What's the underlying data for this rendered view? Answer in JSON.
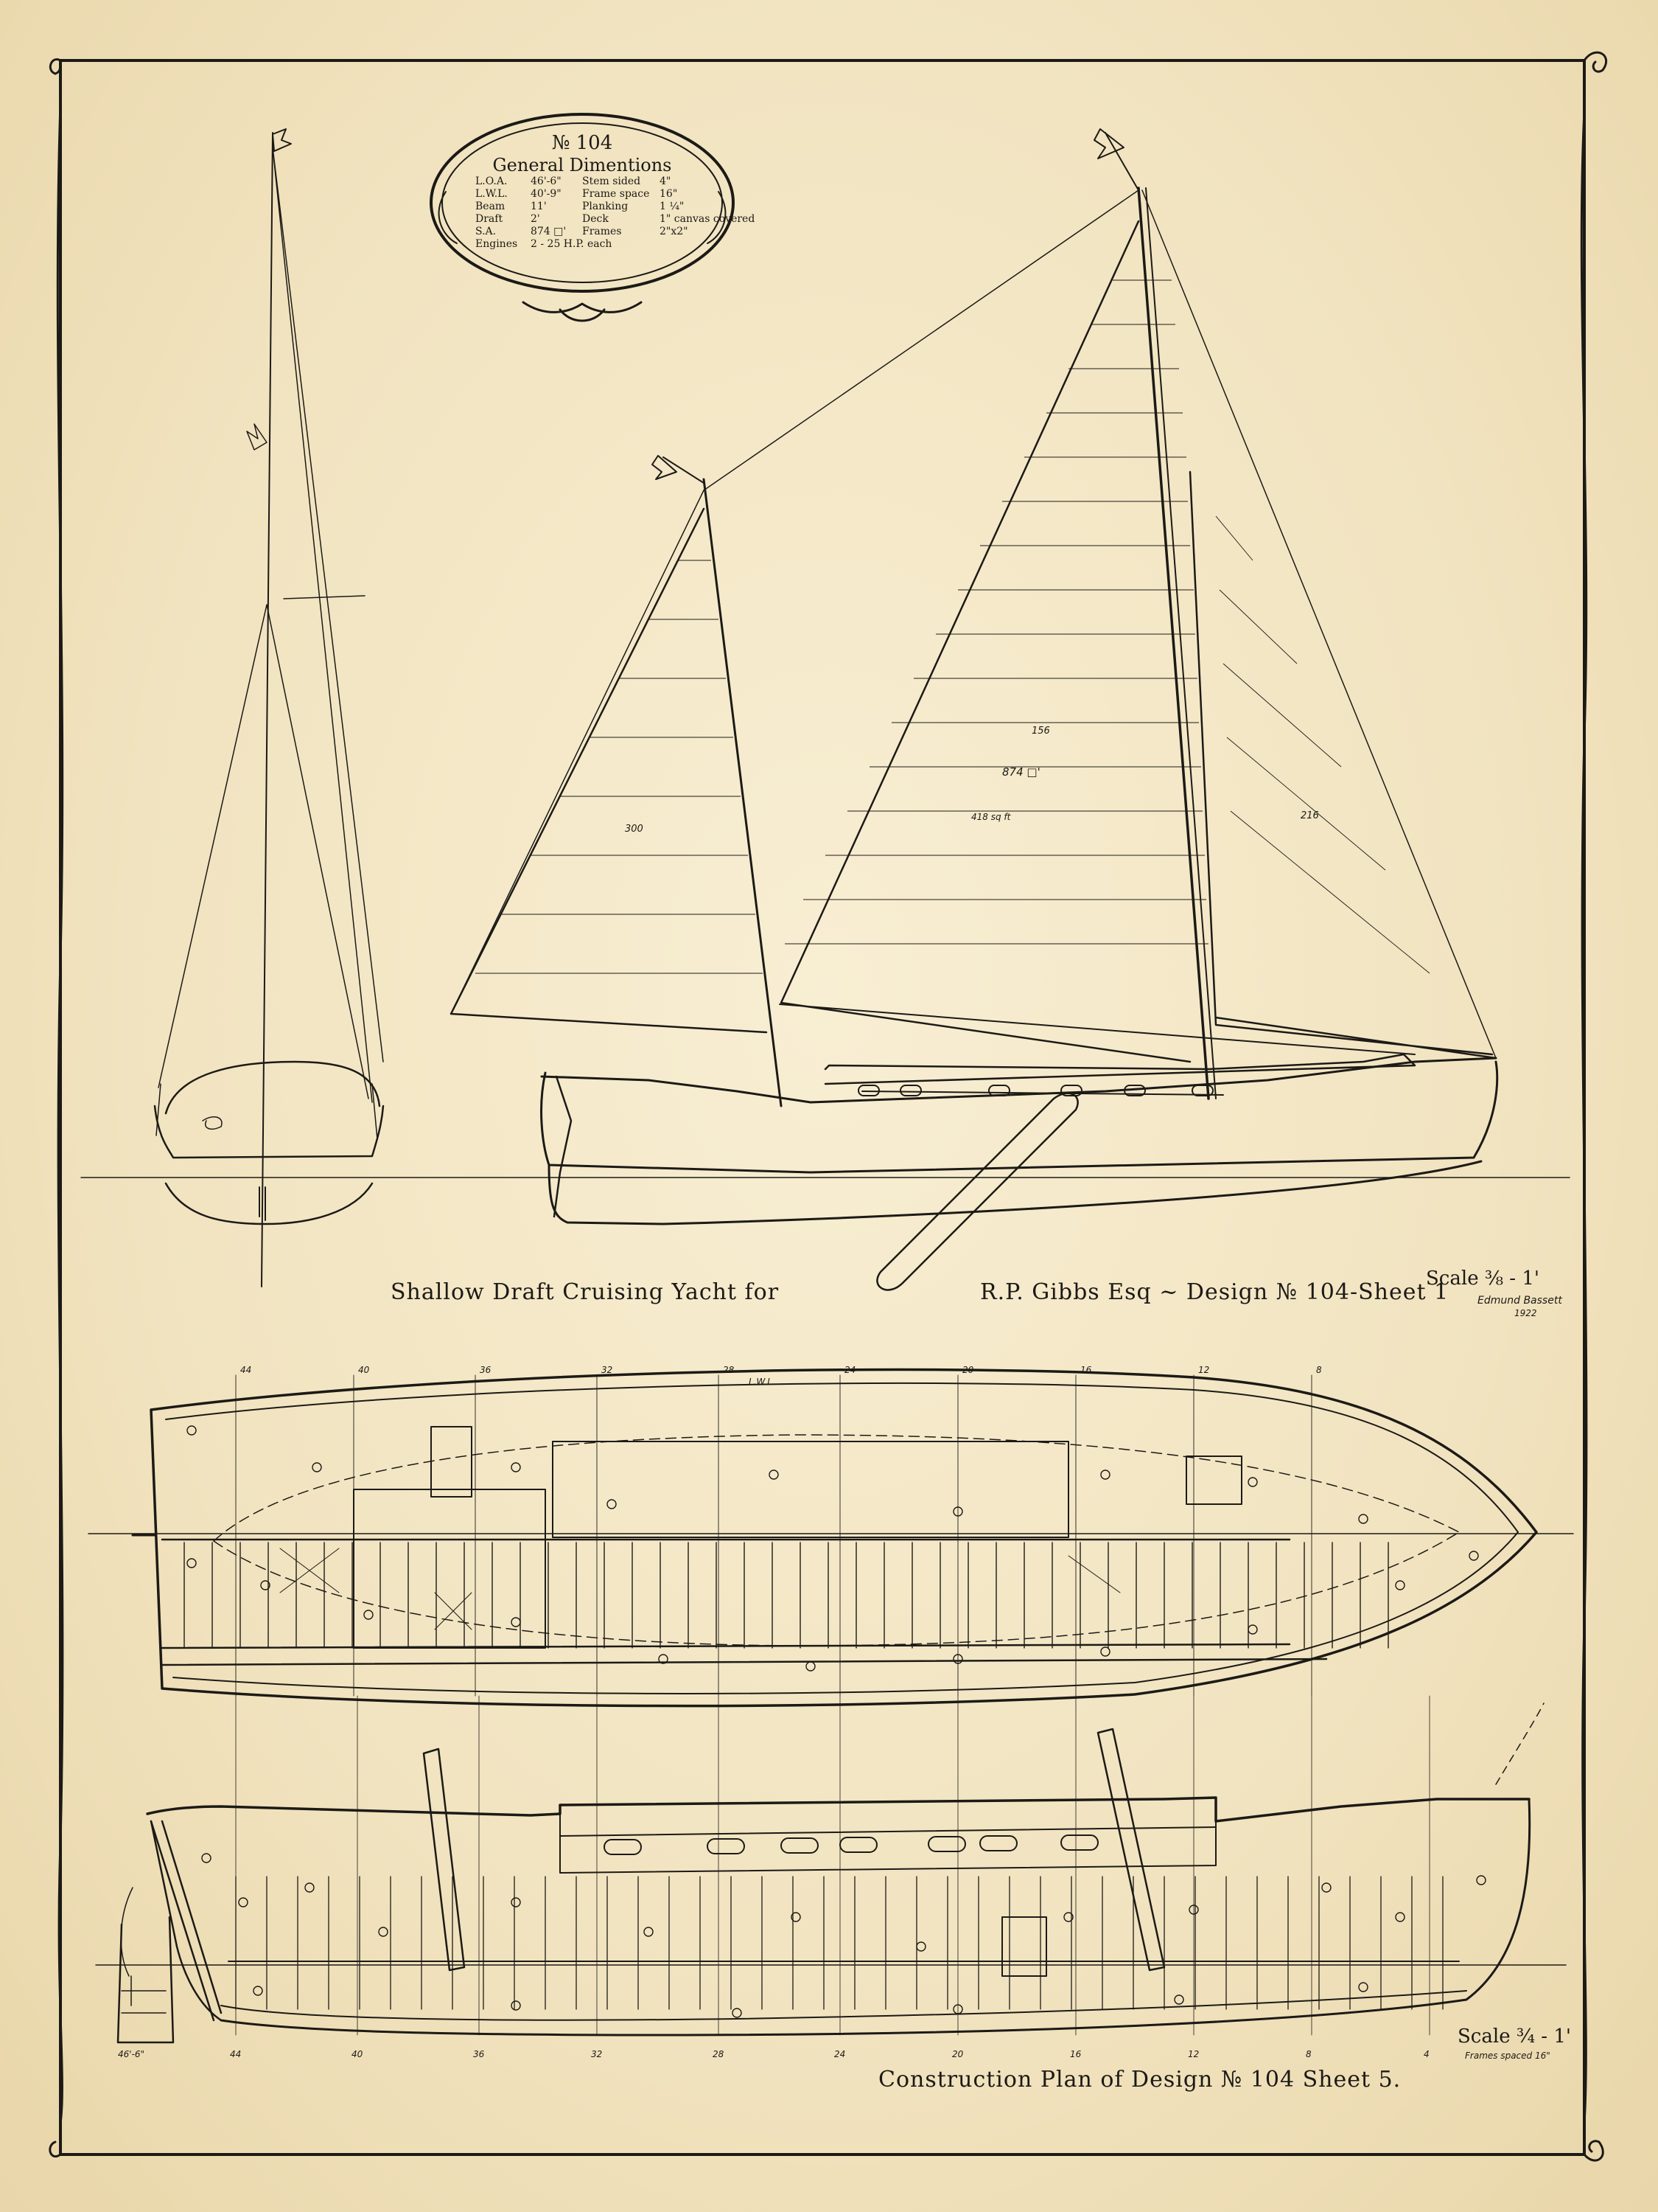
{
  "cartouche": {
    "number": "№ 104",
    "heading": "General Dimentions",
    "rows": [
      {
        "label": "L.O.A.",
        "value": "46'-6\"",
        "label2": "Stem sided",
        "value2": "4\""
      },
      {
        "label": "L.W.L.",
        "value": "40'-9\"",
        "label2": "Frame space",
        "value2": "16\""
      },
      {
        "label": "Beam",
        "value": "11'",
        "label2": "Planking",
        "value2": "1 ¼\""
      },
      {
        "label": "Draft",
        "value": "2'",
        "label2": "Deck",
        "value2": "1\" canvas covered"
      },
      {
        "label": "S.A.",
        "value": "874 □'",
        "label2": "Frames",
        "value2": "2\"x2\""
      },
      {
        "label": "Engines",
        "value": "2 - 25 H.P. each",
        "label2": "",
        "value2": ""
      }
    ]
  },
  "sheet1": {
    "title_left": "Shallow Draft Cruising Yacht for",
    "title_right": "R.P. Gibbs Esq ~ Design № 104-Sheet 1",
    "scale": "Scale ⅜ - 1'",
    "signature": "Edmund Bassett",
    "year": "1922",
    "sail_labels": [
      "156",
      "874 □'",
      "418 sq ft",
      "300",
      "216"
    ]
  },
  "sheet5": {
    "title": "Construction Plan of Design № 104 Sheet 5.",
    "scale": "Scale ¾ - 1'",
    "scale_note": "Frames spaced 16\"",
    "lwl_label": "L.W.L.",
    "stem_label": "46'-6\"",
    "station_numbers": [
      "44",
      "40",
      "36",
      "32",
      "28",
      "24",
      "20",
      "16",
      "12",
      "8",
      "4"
    ],
    "plan_station_numbers": [
      "44",
      "40",
      "36",
      "32",
      "28",
      "24",
      "20",
      "16",
      "12",
      "8"
    ]
  },
  "colors": {
    "paper": "#f2e6c4",
    "ink": "#1c1a16"
  }
}
